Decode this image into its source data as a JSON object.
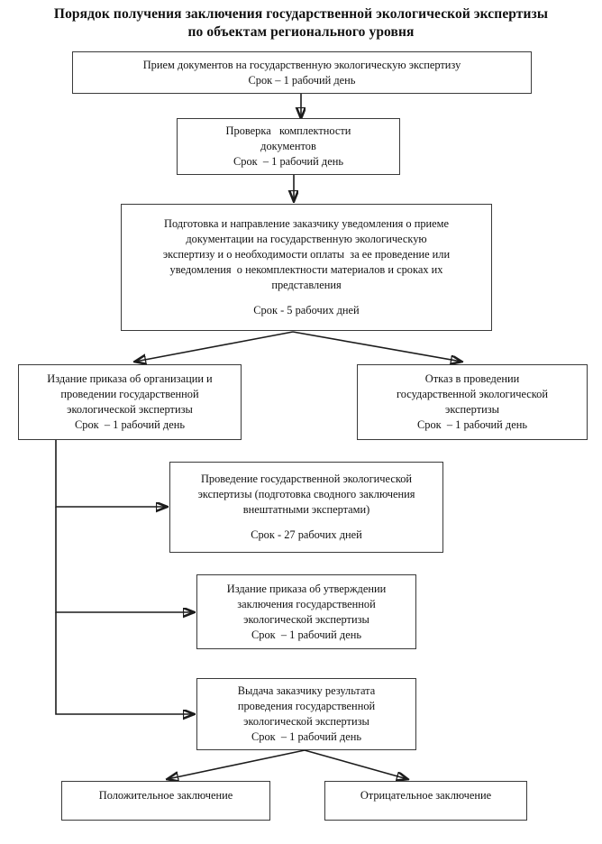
{
  "document": {
    "title_lines": [
      "Порядок получения заключения государственной экологической экспертизы",
      "по объектам регионального уровня"
    ]
  },
  "nodes": {
    "intake": {
      "id": "intake",
      "lines": [
        "Прием документов на государственную экологическую экспертизу",
        "Срок – 1 рабочий день"
      ],
      "term": "Срок – 1 рабочий день"
    },
    "completeness_check": {
      "id": "completeness-check",
      "lines": [
        "Проверка   комплектности",
        "документов",
        "Срок  – 1 рабочий день"
      ],
      "term": "Срок  – 1 рабочий день"
    },
    "notification": {
      "id": "notification",
      "lines": [
        "Подготовка и направление заказчику уведомления о приеме",
        "документации на государственную экологическую",
        "экспертизу и о необходимости оплаты  за ее проведение или",
        "уведомления  о некомплектности материалов и сроках их",
        "представления"
      ],
      "term": "Срок - 5 рабочих дней"
    },
    "order_organize": {
      "id": "order-organize",
      "lines": [
        "Издание приказа об организации и",
        "проведении государственной",
        "экологической экспертизы",
        "Срок  – 1 рабочий день"
      ],
      "term": "Срок  – 1 рабочий день"
    },
    "refusal": {
      "id": "refusal",
      "lines": [
        "Отказ в проведении",
        "государственной экологической",
        "экспертизы",
        "Срок  – 1 рабочий день"
      ],
      "term": "Срок  – 1 рабочий день"
    },
    "expertise": {
      "id": "expertise",
      "lines": [
        "Проведение государственной экологической",
        "экспертизы (подготовка сводного заключения",
        "внештатными экспертами)"
      ],
      "term": "Срок - 27 рабочих дней"
    },
    "order_approve": {
      "id": "order-approve",
      "lines": [
        "Издание приказа об утверждении",
        "заключения государственной",
        "экологической экспертизы",
        "Срок  – 1 рабочий день"
      ],
      "term": "Срок  – 1 рабочий день"
    },
    "delivery": {
      "id": "delivery",
      "lines": [
        "Выдача заказчику результата",
        "проведения государственной",
        "экологической экспертизы",
        "Срок  – 1 рабочий день"
      ],
      "term": "Срок  – 1 рабочий день"
    },
    "positive": {
      "id": "positive-conclusion",
      "lines": [
        "Положительное заключение"
      ]
    },
    "negative": {
      "id": "negative-conclusion",
      "lines": [
        "Отрицательное заключение"
      ]
    }
  },
  "colors": {
    "box_border": "#3a3a3a",
    "edge": "#1c1c1c",
    "background": "#ffffff",
    "text": "#111111"
  }
}
